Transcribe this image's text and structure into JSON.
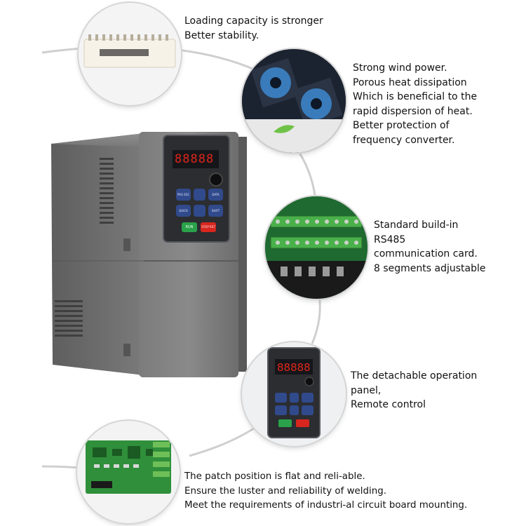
{
  "colors": {
    "housing": "#6f6f6f",
    "panel": "#2b2d31",
    "display_digits": "#e0261b",
    "run_button": "#2aa14a",
    "stop_button": "#d8261e",
    "pcb_green": "#2f8f3a",
    "connector_line": "#c8c8c8",
    "fan_blue": "#3f8fd8"
  },
  "callouts": [
    {
      "id": "loading-capacity",
      "lines": [
        "Loading capacity is stronger",
        "Better stability."
      ]
    },
    {
      "id": "wind-power",
      "lines": [
        "Strong wind power.",
        "Porous heat dissipation",
        "Which is beneficial to the",
        "rapid dispersion of heat.",
        "Better protection of",
        "frequency converter."
      ]
    },
    {
      "id": "rs485",
      "lines": [
        "Standard build-in",
        "RS485",
        "communication card.",
        "8 segments adjustable"
      ]
    },
    {
      "id": "operation-panel",
      "lines": [
        "The detachable operation",
        "panel,",
        "Remote control"
      ]
    },
    {
      "id": "patch-position",
      "lines": [
        "The patch position is flat and reli-able.",
        "Ensure the luster and reliability of welding.",
        "Meet the requirements of industri-al circuit board mounting."
      ]
    }
  ],
  "keypad": {
    "display": "88888",
    "keys": [
      "PRG ESC",
      "DATA ENTER",
      "QUICK JOG",
      "SHIFT",
      "RUN",
      "STOP RST"
    ]
  }
}
